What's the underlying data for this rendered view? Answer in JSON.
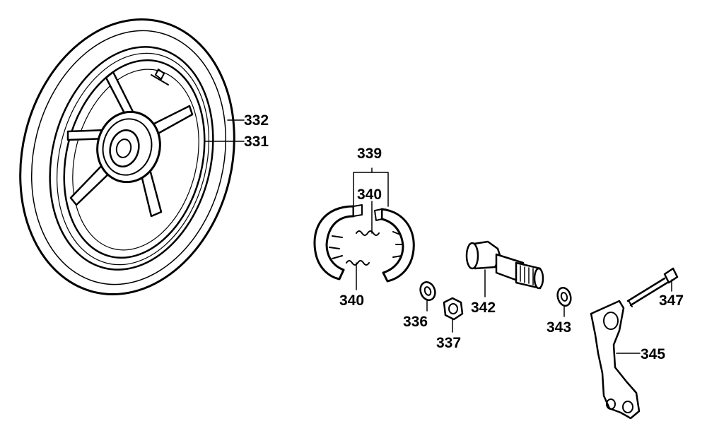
{
  "labels": {
    "p332": "332",
    "p331": "331",
    "p339": "339",
    "p340a": "340",
    "p340b": "340",
    "p336": "336",
    "p337": "337",
    "p342": "342",
    "p343": "343",
    "p347": "347",
    "p345": "345"
  },
  "colors": {
    "line": "#000000",
    "background": "#ffffff"
  }
}
